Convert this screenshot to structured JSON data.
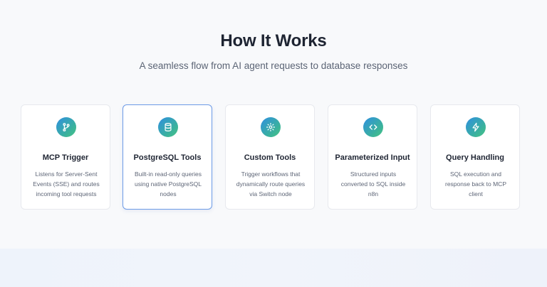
{
  "section": {
    "title": "How It Works",
    "subtitle": "A seamless flow from AI agent requests to database responses"
  },
  "accent_gradient": [
    "#2f8fe0",
    "#49c486"
  ],
  "cards": [
    {
      "icon": "git-branch-icon",
      "title": "MCP Trigger",
      "description": "Listens for Server-Sent Events (SSE) and routes incoming tool requests"
    },
    {
      "icon": "database-icon",
      "title": "PostgreSQL Tools",
      "description": "Built-in read-only queries using native PostgreSQL nodes",
      "active": true
    },
    {
      "icon": "gear-icon",
      "title": "Custom Tools",
      "description": "Trigger workflows that dynamically route queries via Switch node"
    },
    {
      "icon": "code-icon",
      "title": "Parameterized Input",
      "description": "Structured inputs converted to SQL inside n8n"
    },
    {
      "icon": "lightning-icon",
      "title": "Query Handling",
      "description": "SQL execution and response back to MCP client"
    }
  ]
}
